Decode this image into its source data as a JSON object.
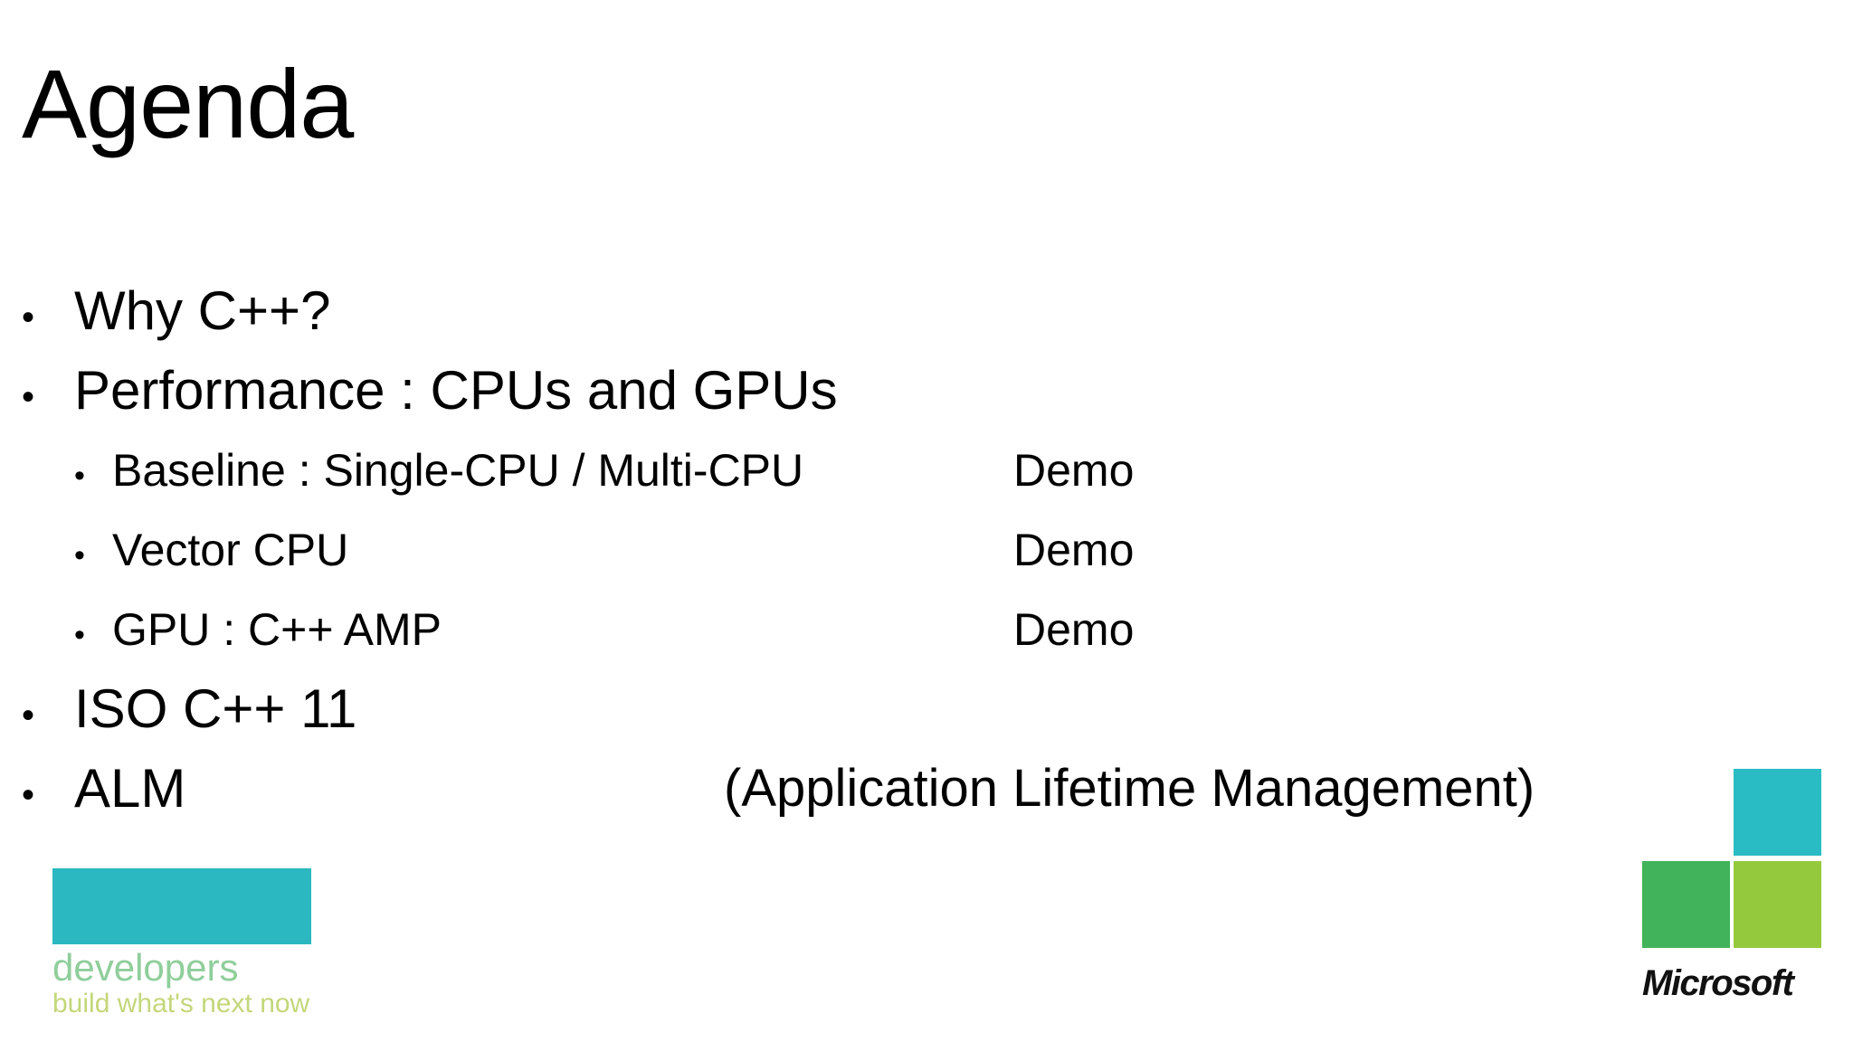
{
  "slide": {
    "title": "Agenda",
    "background_color": "#FFFFFF",
    "text_color": "#000000",
    "items": [
      {
        "level": 1,
        "bullet": "•",
        "text": "Why C++?",
        "trailing": ""
      },
      {
        "level": 1,
        "bullet": "•",
        "text": "Performance : CPUs and GPUs",
        "trailing": ""
      },
      {
        "level": 2,
        "bullet": "•",
        "text": "Baseline : Single-CPU / Multi-CPU",
        "trailing": "Demo"
      },
      {
        "level": 2,
        "bullet": "•",
        "text": "Vector CPU",
        "trailing": "Demo"
      },
      {
        "level": 2,
        "bullet": "•",
        "text": "GPU : C++ AMP",
        "trailing": "Demo"
      },
      {
        "level": 1,
        "bullet": "•",
        "text": "ISO C++ 11",
        "trailing": ""
      },
      {
        "level": 1,
        "bullet": "•",
        "text": "ALM",
        "trailing": "(Application Lifetime Management)"
      }
    ]
  },
  "developers_logo": {
    "word": "developers",
    "tagline": "build what's next now",
    "block_color": "#2BB8C0",
    "word_color": "#8FCE9B",
    "tagline_color": "#C3D77A"
  },
  "microsoft_logo": {
    "wordmark": "Microsoft",
    "square_teal": "#29BCC4",
    "square_green": "#41B35A",
    "square_lime": "#95C93D"
  }
}
